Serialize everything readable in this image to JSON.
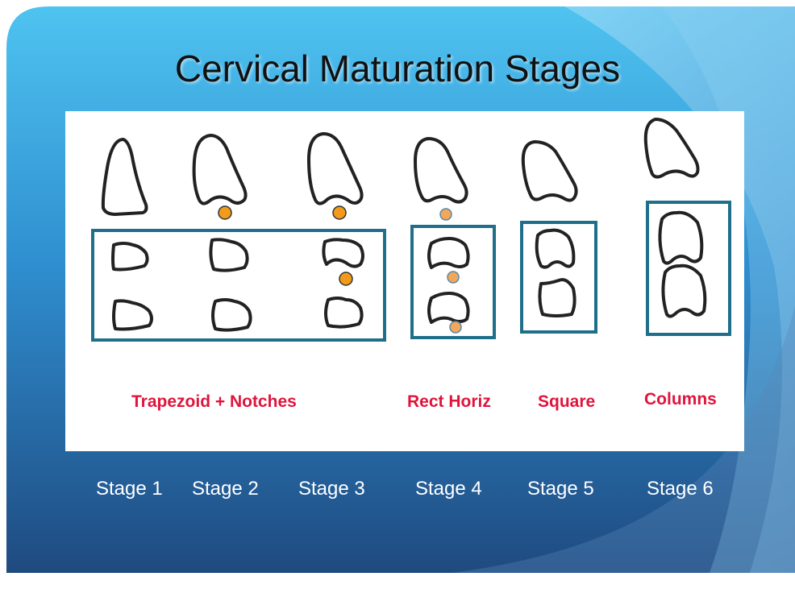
{
  "title": "Cervical Maturation Stages",
  "shape_labels": [
    "Trapezoid + Notches",
    "Rect Horiz",
    "Square",
    "Columns"
  ],
  "stages": [
    "Stage 1",
    "Stage 2",
    "Stage 3",
    "Stage 4",
    "Stage 5",
    "Stage 6"
  ],
  "colors": {
    "background_top": "#4fc3f0",
    "background_bottom": "#1f4a80",
    "box_outline": "#1f6f8b",
    "shape_label": "#e0143c",
    "notch_marker_dark": "#f29b1a",
    "notch_marker_light": "#f4a65a"
  }
}
